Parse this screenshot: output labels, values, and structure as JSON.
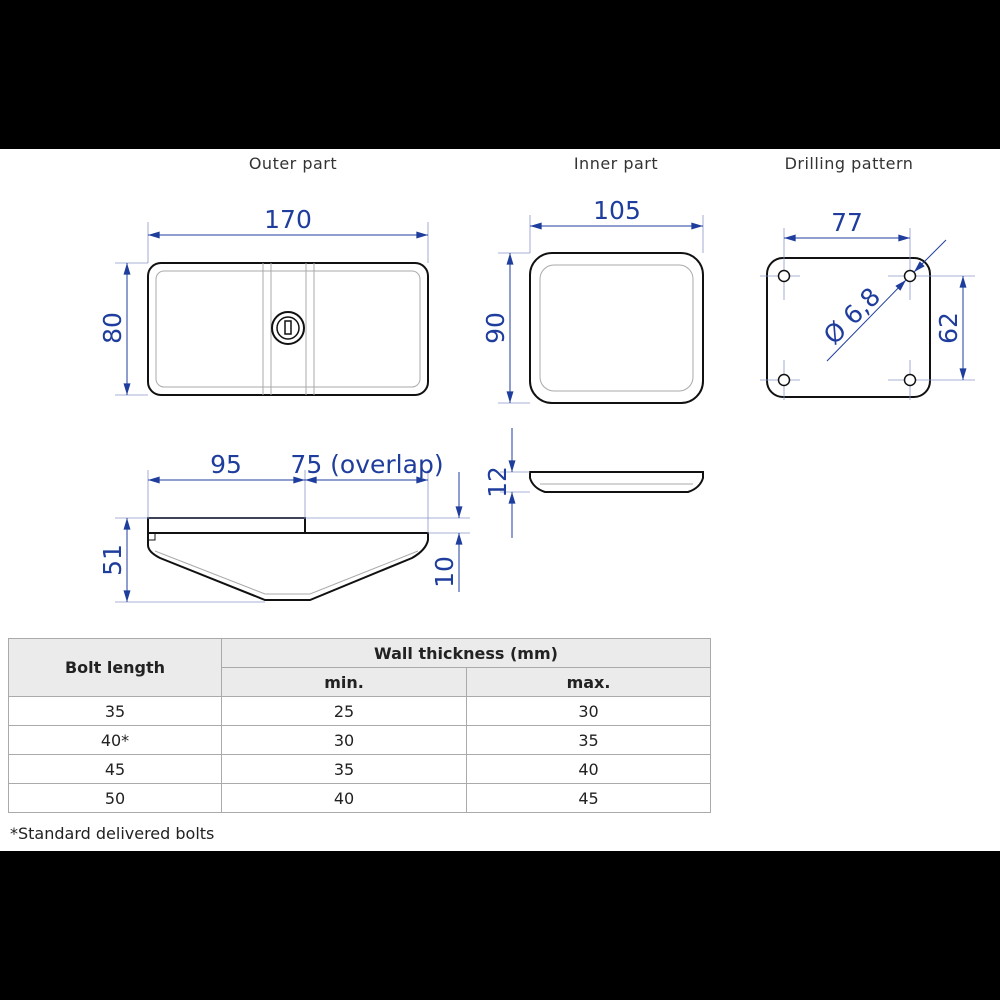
{
  "titles": {
    "outer": "Outer part",
    "inner": "Inner part",
    "drilling": "Drilling pattern"
  },
  "dimensions": {
    "outer_length": "170",
    "outer_width": "80",
    "inner_length": "105",
    "inner_width": "90",
    "drill_x": "77",
    "drill_y": "62",
    "hole_diameter": "Ø 6,8",
    "side_95": "95",
    "side_overlap": "75 (overlap)",
    "side_height": "51",
    "side_flange": "10",
    "inner_height": "12"
  },
  "table": {
    "col_bolt": "Bolt length",
    "col_wall": "Wall thickness (mm)",
    "col_min": "min.",
    "col_max": "max.",
    "rows": [
      {
        "bolt": "35",
        "min": "25",
        "max": "30"
      },
      {
        "bolt": "40*",
        "min": "30",
        "max": "35"
      },
      {
        "bolt": "45",
        "min": "35",
        "max": "40"
      },
      {
        "bolt": "50",
        "min": "40",
        "max": "45"
      }
    ]
  },
  "footnote": "*Standard delivered bolts"
}
